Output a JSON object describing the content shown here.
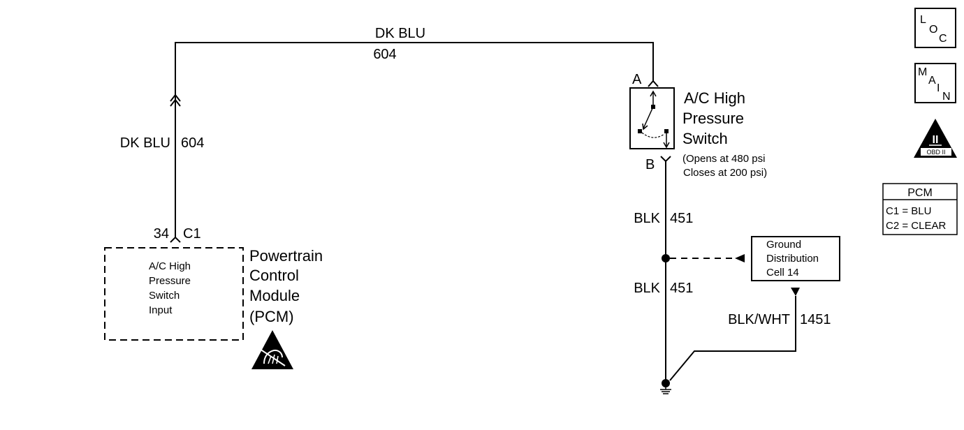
{
  "wire_top": {
    "color": "DK BLU",
    "circuit": "604"
  },
  "wire_left": {
    "color": "DK BLU",
    "circuit": "604"
  },
  "pcm_connector": {
    "pin": "34",
    "connector": "C1"
  },
  "pcm_internal": [
    "A/C High",
    "Pressure",
    "Switch",
    "Input"
  ],
  "pcm_label": [
    "Powertrain",
    "Control",
    "Module",
    "(PCM)"
  ],
  "switch": {
    "terminal_a": "A",
    "terminal_b": "B",
    "name": [
      "A/C High",
      "Pressure",
      "Switch"
    ],
    "note": [
      "(Opens at 480 psi",
      "Closes at 200 psi)"
    ]
  },
  "wire_blk_1": {
    "color": "BLK",
    "circuit": "451"
  },
  "wire_blk_2": {
    "color": "BLK",
    "circuit": "451"
  },
  "ground_box": [
    "Ground",
    "Distribution",
    "Cell 14"
  ],
  "wire_blkwht": {
    "color": "BLK/WHT",
    "circuit": "1451"
  },
  "icons": {
    "loc": [
      "L",
      "O",
      "C"
    ],
    "main": [
      "M",
      "A",
      "I",
      "N"
    ],
    "obd": {
      "numeral": "II",
      "label": "OBD II"
    }
  },
  "pcm_legend": {
    "title": "PCM",
    "rows": [
      "C1 = BLU",
      "C2 = CLEAR"
    ]
  }
}
